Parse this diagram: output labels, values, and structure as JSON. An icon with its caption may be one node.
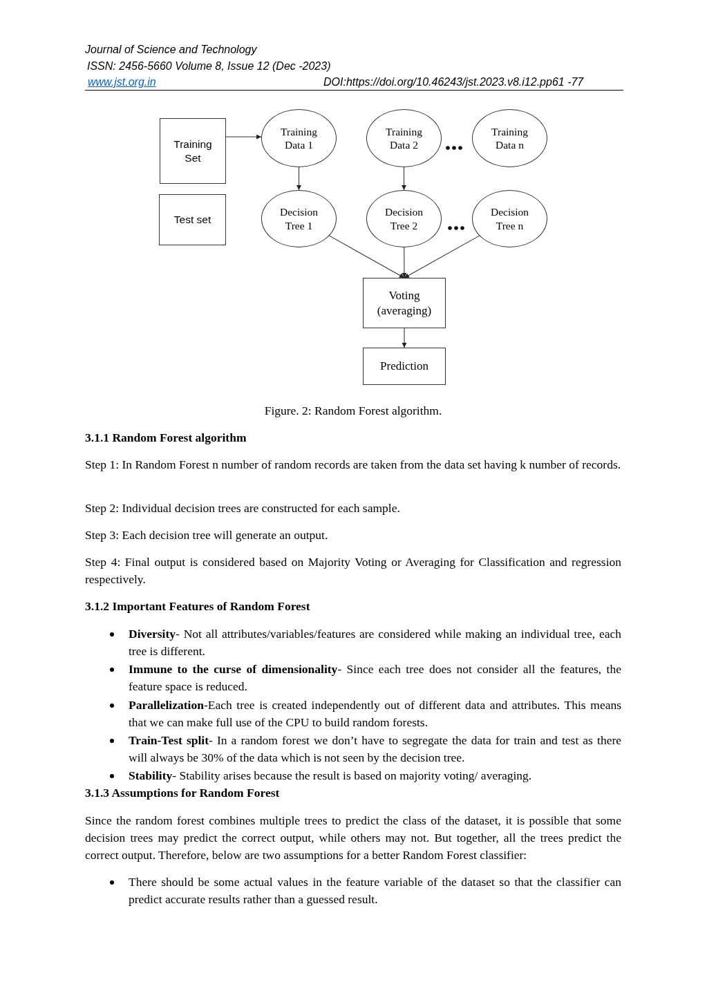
{
  "diagram": {
    "caption": "Figure. 2: Random Forest algorithm.",
    "nodes": [
      {
        "text": [
          "Training Set"
        ]
      },
      {
        "text": [
          "Training Data 1"
        ]
      },
      {
        "text": [
          "Training Data 2"
        ]
      },
      {
        "text": [
          "Training Data n"
        ]
      },
      {
        "text": [
          "Test set"
        ]
      },
      {
        "text": [
          "Decision Tree 1"
        ]
      },
      {
        "text": [
          "Decision Tree 2"
        ]
      },
      {
        "text": [
          "Decision Tree n"
        ]
      },
      {
        "text": [
          "Voting (averaging)"
        ]
      },
      {
        "text": [
          "Prediction"
        ]
      }
    ],
    "edges": [
      {
        "from": 0,
        "to": 1,
        "arrow": "to"
      },
      {
        "from": 1,
        "to": 5,
        "arrow": "to"
      },
      {
        "from": 2,
        "to": 6,
        "arrow": "to"
      },
      {
        "from": 5,
        "to": 8,
        "arrow": "to"
      },
      {
        "from": 6,
        "to": 8,
        "arrow": "to"
      },
      {
        "from": 7,
        "to": 8,
        "arrow": "to"
      },
      {
        "from": 8,
        "to": 9,
        "arrow": "to"
      }
    ],
    "labels": [
      "Journal of Science and Technology",
      "ISSN: 2456-5660 Volume 8, Issue 12 (Dec -2023)",
      "www.jst.org.in",
      "DOI:https://doi.org/10.46243/jst.2023.v8.i12.pp61 -77",
      "3.1.1 Random Forest algorithm",
      "Step 1: In Random Forest n number of random records are taken from the data set having k number of records.",
      "Step 2: Individual decision trees are constructed for each sample.",
      "Step 3: Each decision tree will generate an output.",
      "Step 4: Final output is considered based on Majority Voting or Averaging for Classification and regression respectively.",
      "3.1.2 Important Features of Random Forest",
      "**Diversity**- Not all attributes/variables/features are considered while making an individual tree, each tree is different.",
      "**Immune to the curse of dimensionality**- Since each tree does not consider all the features, the feature space is reduced.",
      "**Parallelization**-Each tree is created independently out of different data and attributes. This means that we can make full use of the CPU to build random forests.",
      "**Train-Test split**- In a random forest we don’t have to segregate the data for train and test as there will always be 30% of the data which is not seen by the decision tree.",
      "**Stability**- Stability arises because the result is based on majority voting/ averaging.",
      "3.1.3 Assumptions for Random Forest",
      "Since the random forest combines multiple trees to predict the class of the dataset, it is possible that some decision trees may predict the correct output, while others may not. But together, all the trees predict the correct output. Therefore, below are two assumptions for a better Random Forest classifier:",
      "There should be some actual values in the feature variable of the dataset so that the classifier can predict accurate results rather than a guessed result."
    ]
  }
}
